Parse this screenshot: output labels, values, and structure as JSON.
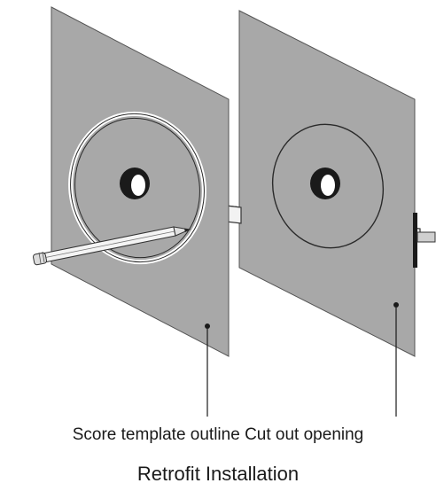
{
  "labels": {
    "left": "Score template outline",
    "right": "Cut out opening"
  },
  "title": "Retrofit Installation",
  "colors": {
    "panel": "#a8a8a8",
    "outline": "#2a2a2a",
    "tool": "#f2f2f2"
  }
}
